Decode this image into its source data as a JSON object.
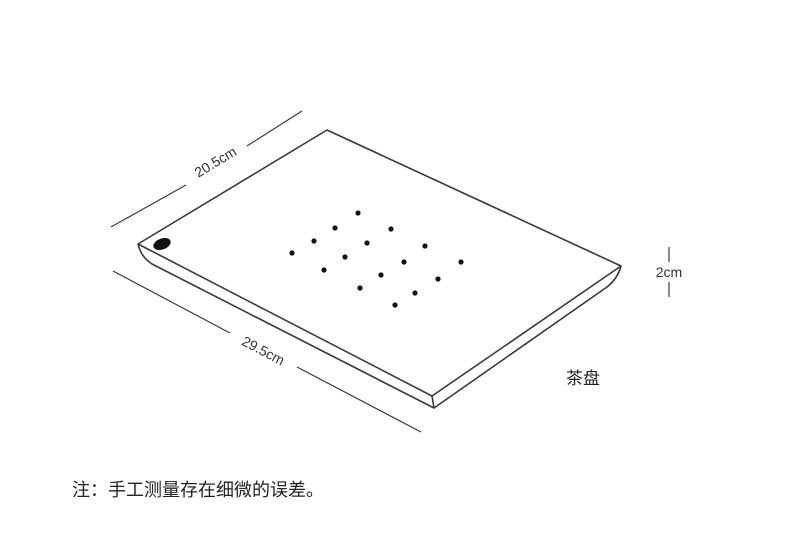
{
  "diagram": {
    "width_label": "20.5cm",
    "length_label": "29.5cm",
    "height_label": "2cm",
    "product_name": "茶盘",
    "note": "注：手工测量存在细微的误差。",
    "colors": {
      "outline": "#3a3a3a",
      "dot": "#111111",
      "board": "#ffffff"
    }
  }
}
